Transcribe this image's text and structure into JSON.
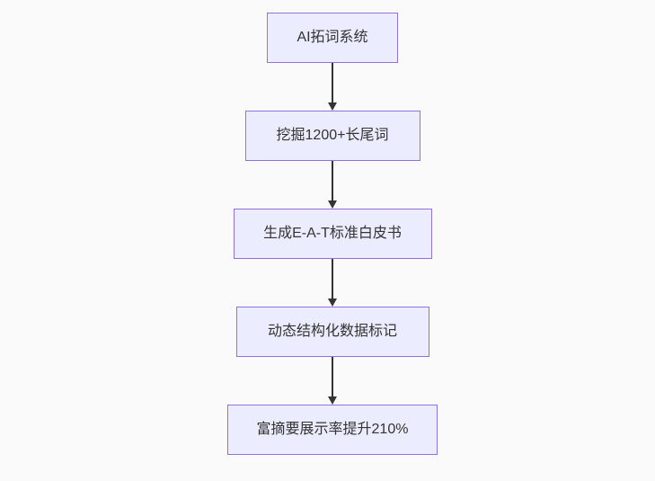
{
  "flowchart": {
    "type": "flowchart-top-down",
    "nodes": [
      {
        "id": "A",
        "label": "AI拓词系统"
      },
      {
        "id": "B",
        "label": "挖掘1200+长尾词"
      },
      {
        "id": "C",
        "label": "生成E-A-T标准白皮书"
      },
      {
        "id": "D",
        "label": "动态结构化数据标记"
      },
      {
        "id": "E",
        "label": "富摘要展示率提升210%"
      }
    ],
    "edges": [
      {
        "from": "A",
        "to": "B",
        "label": ""
      },
      {
        "from": "B",
        "to": "C",
        "label": ""
      },
      {
        "from": "C",
        "to": "D",
        "label": ""
      },
      {
        "from": "D",
        "to": "E",
        "label": ""
      }
    ],
    "colors": {
      "background": "#fafafa",
      "node_fill": "#ECECFF",
      "node_border": "#9370DB",
      "edge": "#333333",
      "text": "#333333"
    }
  }
}
